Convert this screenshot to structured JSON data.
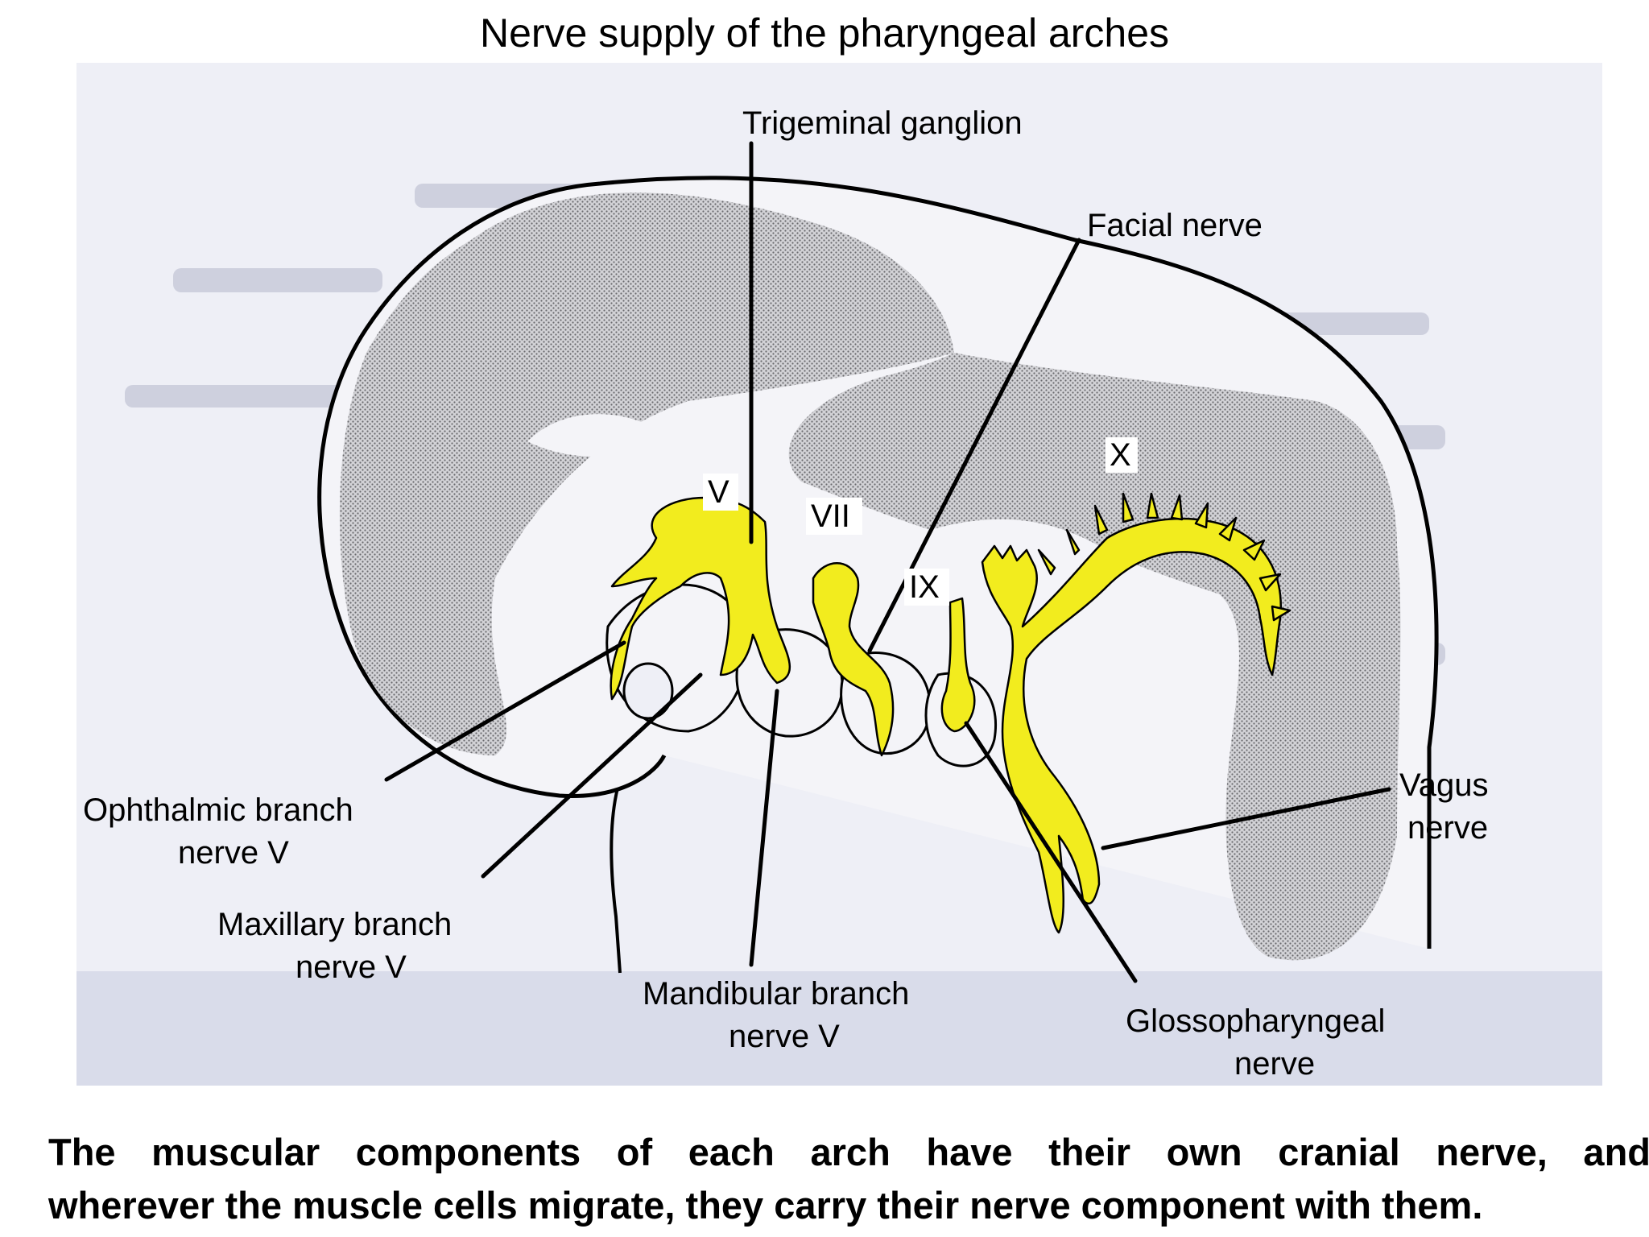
{
  "title": "Nerve supply of the pharyngeal arches",
  "colors": {
    "nerve": "#f2ec1e",
    "shading": "#c8c8cc",
    "background": "#eeeff6",
    "lower_band": "#d9dcea"
  },
  "arch_numerals": {
    "v": "V",
    "vii": "VII",
    "ix": "IX",
    "x": "X"
  },
  "labels": {
    "trigeminal_ganglion": "Trigeminal ganglion",
    "facial_nerve": "Facial nerve",
    "ophthalmic_line1": "Ophthalmic branch",
    "ophthalmic_line2": "nerve V",
    "maxillary_line1": "Maxillary branch",
    "maxillary_line2": "nerve V",
    "mandibular_line1": "Mandibular branch",
    "mandibular_line2": "nerve V",
    "glosso_line1": "Glossopharyngeal",
    "glosso_line2": "nerve",
    "vagus_line1": "Vagus",
    "vagus_line2": "nerve"
  },
  "caption": {
    "line1": "The muscular components of each arch have their own cranial nerve, and",
    "line2": "wherever the muscle cells migrate, they carry their nerve component with them."
  }
}
